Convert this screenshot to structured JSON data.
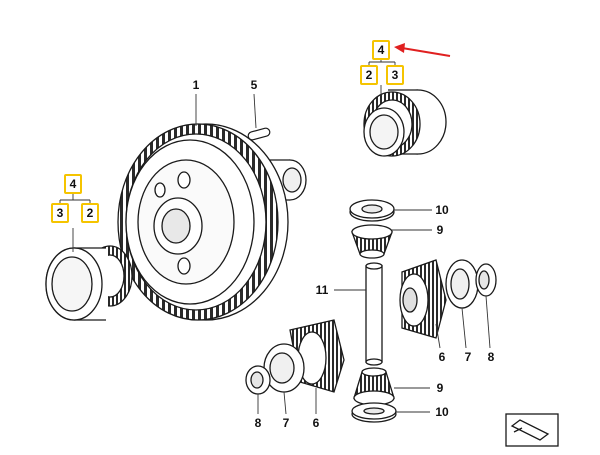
{
  "callouts": {
    "gear_1": "1",
    "pin_5": "5",
    "bearing_right_4": "4",
    "bearing_right_2": "2",
    "bearing_right_3": "3",
    "bearing_left_4": "4",
    "bearing_left_3": "3",
    "bearing_left_2": "2",
    "washer_top_10": "10",
    "pinion_top_9": "9",
    "shaft_11": "11",
    "side_gear_right_6": "6",
    "washer_right_7": "7",
    "ring_right_8": "8",
    "ring_left_8": "8",
    "washer_left_7": "7",
    "side_gear_left_6": "6",
    "pinion_bottom_9": "9",
    "washer_bottom_10": "10"
  },
  "colors": {
    "highlight_border": "#f5c400",
    "arrow": "#e02020",
    "line_art": "#1a1a1a"
  },
  "icons": {
    "arrow": "red-pointer-arrow",
    "corner": "exploded-view-icon"
  }
}
